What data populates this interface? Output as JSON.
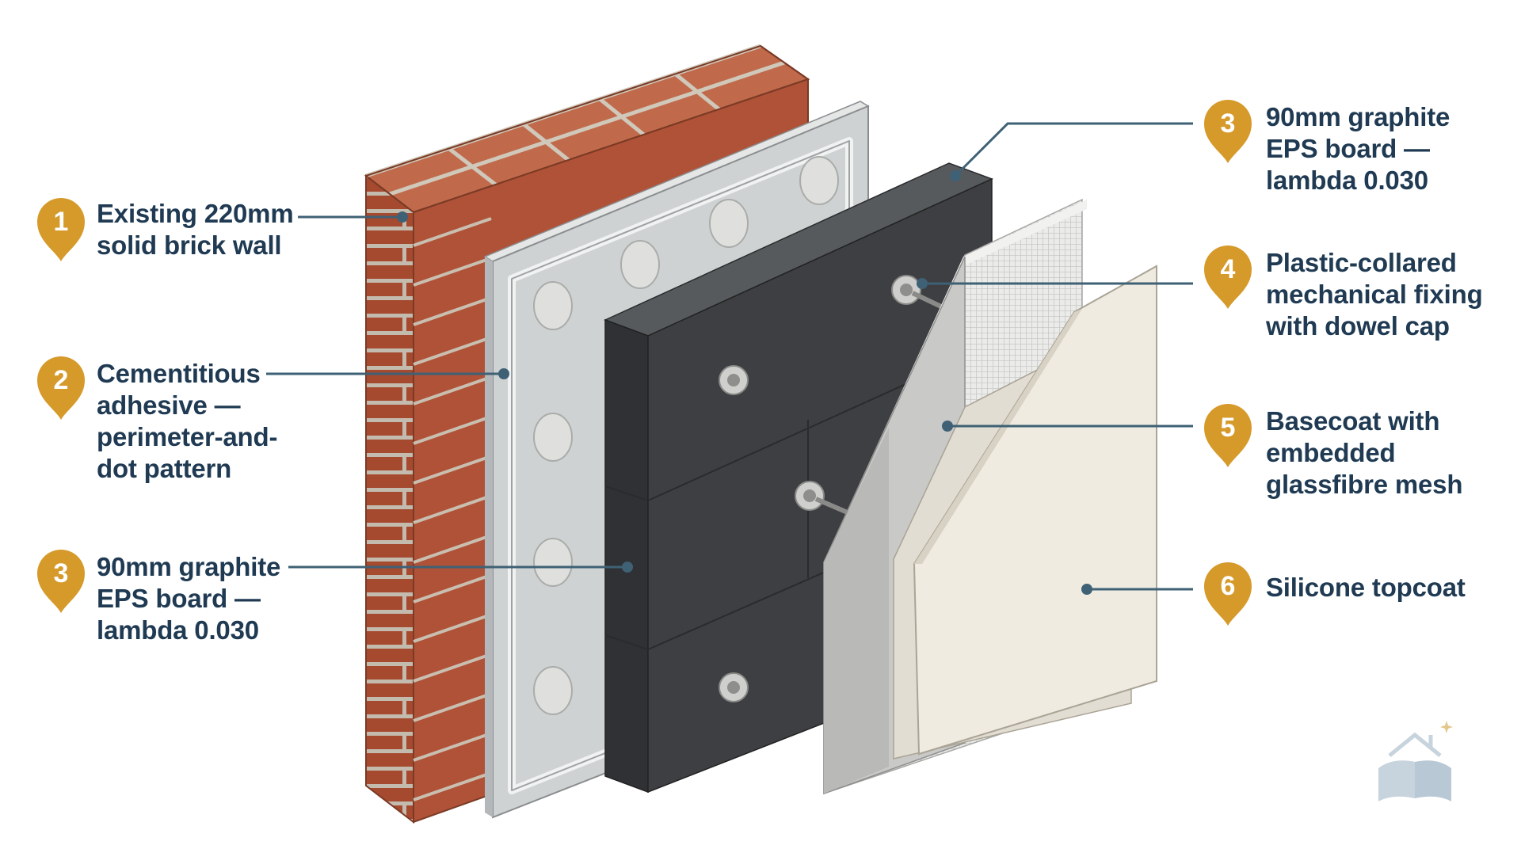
{
  "colors": {
    "brick": "#b4553a",
    "mortar": "#c9c2b6",
    "adhesive": "#cfd2d3",
    "eps": "#3b3d40",
    "basecoat": "#d3d3d1",
    "topcoat": "#ede8dc",
    "pin": "#d69a2b",
    "leader": "#3f6175",
    "text": "#1f3a52"
  },
  "callouts": [
    {
      "id": "c1",
      "number": "1",
      "lines": [
        "Existing 220mm",
        "solid brick wall"
      ]
    },
    {
      "id": "c2",
      "number": "2",
      "lines": [
        "Cementitious",
        "adhesive —",
        "perimeter-and-",
        "dot pattern"
      ]
    },
    {
      "id": "c3a",
      "number": "3",
      "lines": [
        "90mm graphite",
        "EPS board —",
        "lambda 0.030"
      ]
    },
    {
      "id": "c3b",
      "number": "3",
      "lines": [
        "90mm graphite",
        "EPS board —",
        "lambda 0.030"
      ]
    },
    {
      "id": "c4",
      "number": "4",
      "lines": [
        "Plastic-collared",
        "mechanical fixing",
        "with dowel cap"
      ]
    },
    {
      "id": "c5",
      "number": "5",
      "lines": [
        "Basecoat with",
        "embedded",
        "glassfibre mesh"
      ]
    },
    {
      "id": "c6",
      "number": "6",
      "lines": [
        "Silicone topcoat"
      ]
    }
  ],
  "logo": {
    "icon": "house-book-logo-icon"
  }
}
